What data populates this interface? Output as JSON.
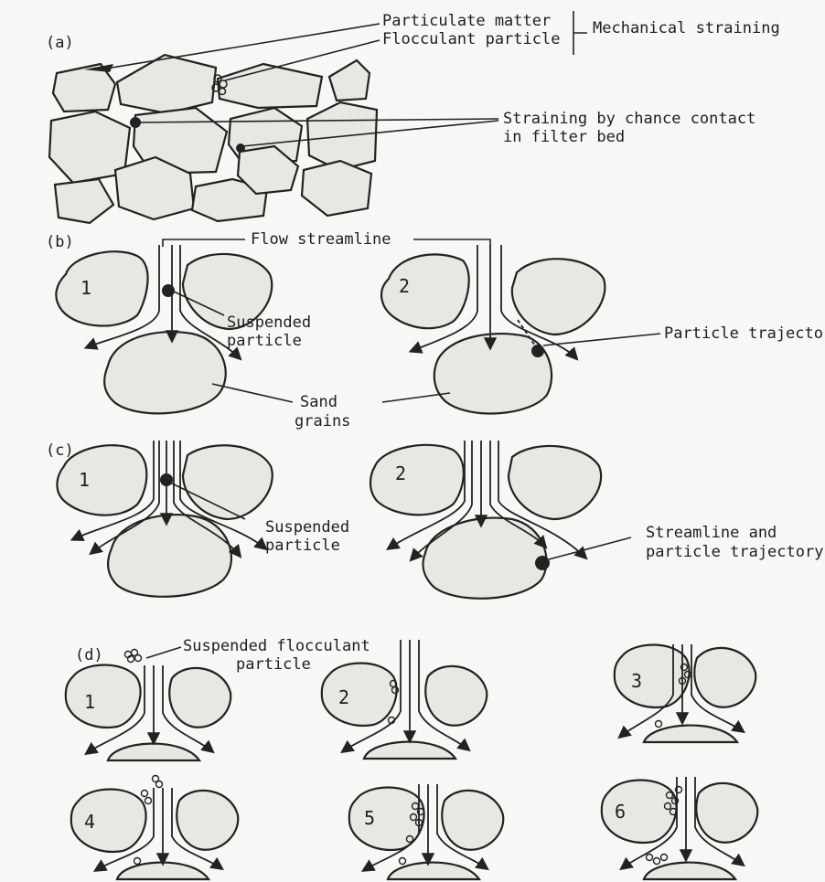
{
  "labels": {
    "panel_a": "(a)",
    "panel_b": "(b)",
    "panel_c": "(c)",
    "panel_d": "(d)",
    "particulate_matter": "Particulate matter",
    "flocculant_particle": "Flocculant particle",
    "mechanical_straining": "Mechanical straining",
    "chance_contact_line1": "Straining by chance contact",
    "chance_contact_line2": "in filter bed",
    "flow_streamline": "Flow streamline",
    "suspended_b_line1": "Suspended",
    "suspended_b_line2": "particle",
    "particle_trajectory": "Particle trajectory",
    "sand_line1": "Sand",
    "sand_line2": "grains",
    "suspended_c_line1": "Suspended",
    "suspended_c_line2": "particle",
    "streamline_traj_line1": "Streamline and",
    "streamline_traj_line2": "particle trajectory",
    "floc_line1": "Suspended flocculant",
    "floc_line2": "particle"
  },
  "numbers": {
    "b1": "1",
    "b2": "2",
    "c1": "1",
    "c2": "2",
    "d1": "1",
    "d2": "2",
    "d3": "3",
    "d4": "4",
    "d5": "5",
    "d6": "6"
  },
  "colors": {
    "ink": "#222222",
    "grain_fill": "#e9e7e2",
    "paper": "#f7f7f5"
  }
}
